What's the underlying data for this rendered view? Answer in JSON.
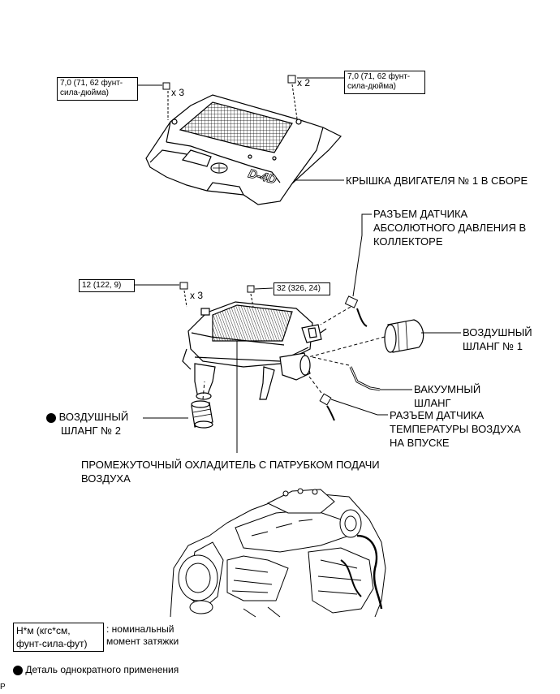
{
  "torque": {
    "cover_bolts": "7,0 (71, 62 фунт-\nсила-дюйма)",
    "cover_bolts_qty": "x 3",
    "cover_nuts": "7,0 (71, 62 фунт-\nсила-дюйма)",
    "cover_nuts_qty": "x 2",
    "cooler_bolts": "12 (122, 9)",
    "cooler_bolts_qty": "x 3",
    "cooler_right_bolt": "32 (326, 24)"
  },
  "cover_brand": "D-4D",
  "labels": {
    "engine_cover": "КРЫШКА ДВИГАТЕЛЯ № 1 В СБОРЕ",
    "map_sensor_line1": "РАЗЪЕМ ДАТЧИКА",
    "map_sensor_line2": "АБСОЛЮТНОГО ДАВЛЕНИЯ В",
    "map_sensor_line3": "КОЛЛЕКТОРЕ",
    "air_hose1_line1": "ВОЗДУШНЫЙ",
    "air_hose1_line2": "ШЛАНГ № 1",
    "vacuum_hose_line1": "ВАКУУМНЫЙ",
    "vacuum_hose_line2": "ШЛАНГ",
    "iat_sensor_line1": "РАЗЪЕМ ДАТЧИКА",
    "iat_sensor_line2": "ТЕМПЕРАТУРЫ ВОЗДУХА",
    "iat_sensor_line3": "НА ВПУСКЕ",
    "air_hose2_line1": "ВОЗДУШНЫЙ",
    "air_hose2_line2": "ШЛАНГ № 2",
    "intercooler_line1": "ПРОМЕЖУТОЧНЫЙ ОХЛАДИТЕЛЬ С ПАТРУБКОМ ПОДАЧИ",
    "intercooler_line2": "ВОЗДУХА"
  },
  "legend": {
    "units_box_line1": "Н*м (кгс*см,",
    "units_box_line2": "фунт-сила-фут)",
    "units_desc_line1": ": номинальный",
    "units_desc_line2": "момент затяжки",
    "non_reusable": "Деталь однократного применения"
  },
  "corner_mark": "P"
}
